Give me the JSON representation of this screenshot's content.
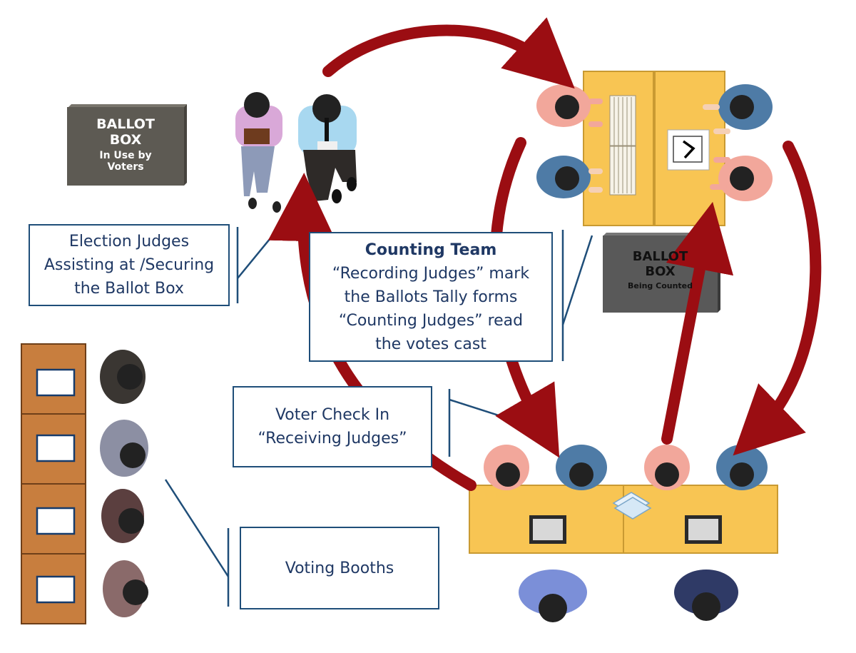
{
  "ballot_box_in_use": {
    "line1": "BALLOT",
    "line2": "BOX",
    "line3": "In Use by",
    "line4": "Voters"
  },
  "ballot_box_counted": {
    "line1": "BALLOT",
    "line2": "BOX",
    "line3": "Being Counted"
  },
  "labels": {
    "election_judges": [
      "Election Judges",
      "Assisting at /Securing",
      "the Ballot Box"
    ],
    "counting_team": {
      "title": "Counting Team",
      "lines": [
        "“Recording Judges” mark",
        "the Ballots Tally forms",
        "“Counting Judges” read",
        "the votes cast"
      ]
    },
    "voter_check_in": [
      "Voter Check In",
      "“Receiving Judges”"
    ],
    "voting_booths": "Voting Booths"
  },
  "colors": {
    "arrow": "#9b0d12",
    "table": "#f8c553",
    "booth": "#c87e3e",
    "label_border": "#1f4e79",
    "label_text": "#1f3864",
    "ballot_box_in_use": "#5d5a53",
    "ballot_box_counted": "#595959"
  }
}
